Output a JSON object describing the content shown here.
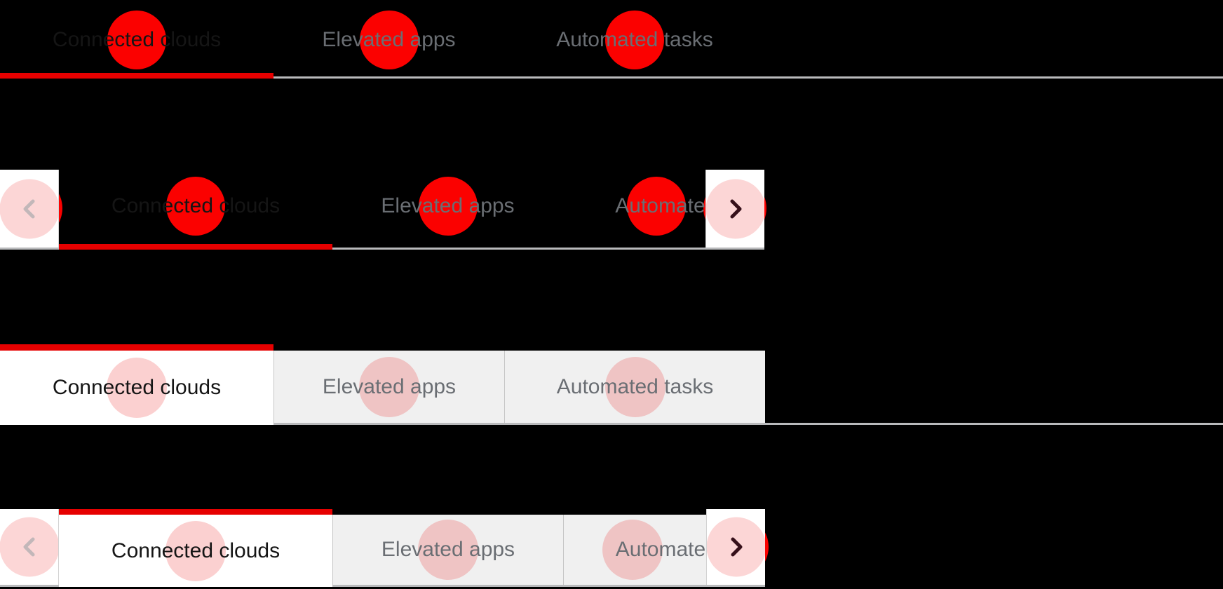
{
  "page": {
    "background": "#000000"
  },
  "tab_labels": [
    "Connected clouds",
    "Elevated apps",
    "Automated tasks"
  ],
  "examples": [
    {
      "name": "underline-tabs",
      "variant": "underline",
      "scrollable": false,
      "active_tab": "Connected clouds"
    },
    {
      "name": "underline-tabs-scrollable",
      "variant": "underline",
      "scrollable": true,
      "active_tab": "Connected clouds",
      "left_scroll_disabled": true,
      "right_scroll_disabled": false,
      "truncated_tab": "Automated tasks"
    },
    {
      "name": "box-tabs",
      "variant": "box",
      "scrollable": false,
      "active_tab": "Connected clouds"
    },
    {
      "name": "box-tabs-scrollable",
      "variant": "box",
      "scrollable": true,
      "active_tab": "Connected clouds",
      "left_scroll_disabled": true,
      "right_scroll_disabled": false,
      "truncated_tab": "Automated tasks"
    }
  ],
  "colors": {
    "accent_red": "#e60000",
    "tab_click_marker_red": "#fb0100",
    "tab_click_marker_pink": "#fbd7d7",
    "active_text": "#151515",
    "inactive_text": "#6a6e73",
    "box_tab_bg": "#f0f0f0",
    "border_gray": "#b9babc",
    "scroll_button_bg": "#ffffff",
    "chevron_enabled": "#36101a",
    "chevron_disabled": "#c2b7b9"
  },
  "icons": {
    "left": "angle-left-icon",
    "right": "angle-right-icon"
  }
}
